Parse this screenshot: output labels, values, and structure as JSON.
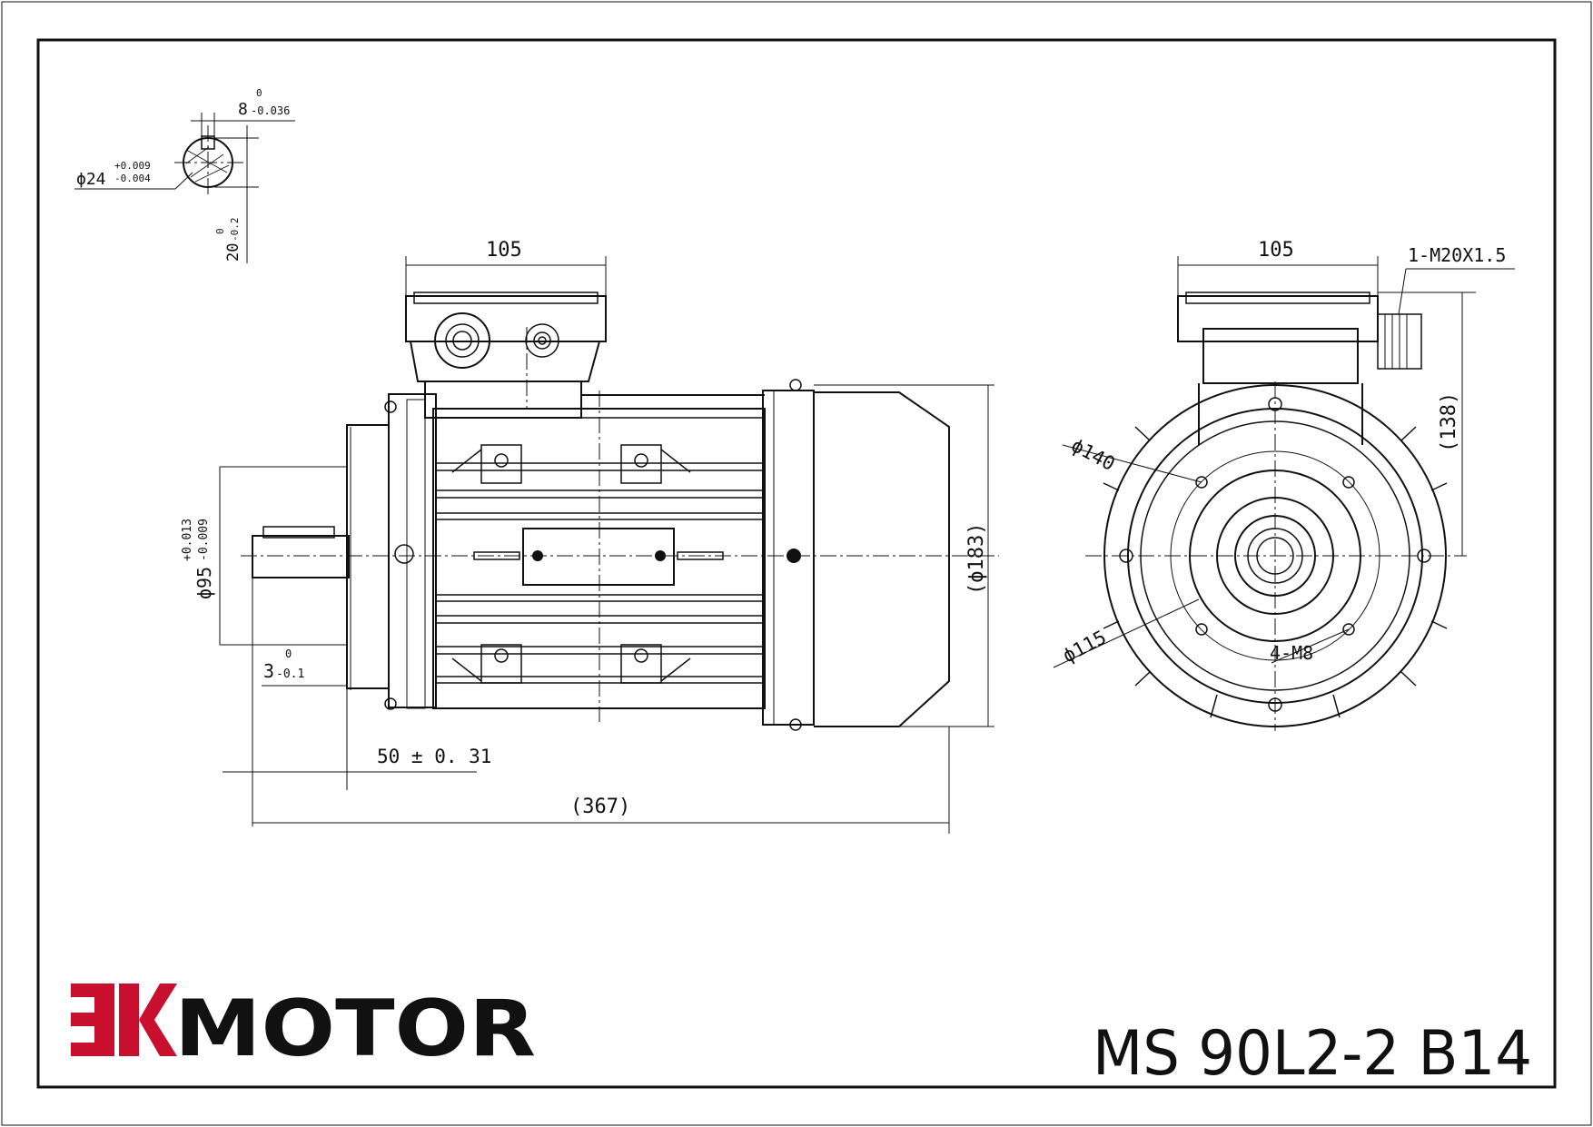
{
  "brand": {
    "logo_mark": "EK",
    "name": "MOTOR",
    "logo_color": "#c8102e"
  },
  "model": "MS 90L2-2 B14",
  "dimensions": {
    "key_width_main": "8",
    "key_width_upper": "0",
    "key_width_lower": "-0.036",
    "shaft_dia_main": "ϕ24",
    "shaft_dia_upper": "+0.009",
    "shaft_dia_lower": "-0.004",
    "key_depth_main": "20",
    "key_depth_upper": "0",
    "key_depth_lower": "-0.2",
    "terminal_box_width_side": "105",
    "terminal_box_width_front": "105",
    "cable_gland": "1-M20X1.5",
    "height_to_box": "(138)",
    "flange_pcd": "ϕ140",
    "flange_dia": "ϕ115",
    "flange_holes": "4-M8",
    "spigot_dia_main": "ϕ95",
    "spigot_dia_upper": "+0.013",
    "spigot_dia_lower": "-0.009",
    "frame_dia": "(ϕ183)",
    "spigot_depth_main": "3",
    "spigot_depth_upper": "0",
    "spigot_depth_lower": "-0.1",
    "shaft_length": "50 ± 0. 31",
    "overall_length": "(367)"
  }
}
